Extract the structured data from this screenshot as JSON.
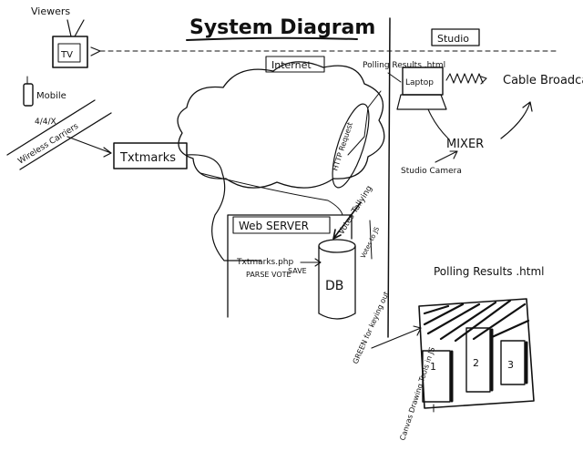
{
  "title": "System Diagram",
  "nodes": {
    "viewers": "Viewers",
    "tv": "TV",
    "mobile": "Mobile",
    "carrier_tag": "4/4/X",
    "wireless_carriers": "Wireless Carriers",
    "txtmarks": "Txtmarks",
    "internet": "Internet",
    "http_request": "HTTP Request",
    "web_server": "Web SERVER",
    "page_file": "Txtmarks.php",
    "parse_vote": "PARSE VOTE",
    "save": "SAVE",
    "db": "DB",
    "votes_tallying": "Votes Tallying",
    "votes_to_js": "Votes to JS",
    "polling_results_label": "Polling Results .html",
    "laptop": "Laptop",
    "studio": "Studio",
    "cable_broadcast": "Cable Broadcast",
    "mixer": "MIXER",
    "studio_camera": "Studio Camera"
  },
  "inset": {
    "title": "Polling Results .html",
    "bars": [
      "1",
      "2",
      "3"
    ],
    "green_note": "GREEN for keying out",
    "canvas_note": "Canvas Drawing Tools in JS"
  }
}
